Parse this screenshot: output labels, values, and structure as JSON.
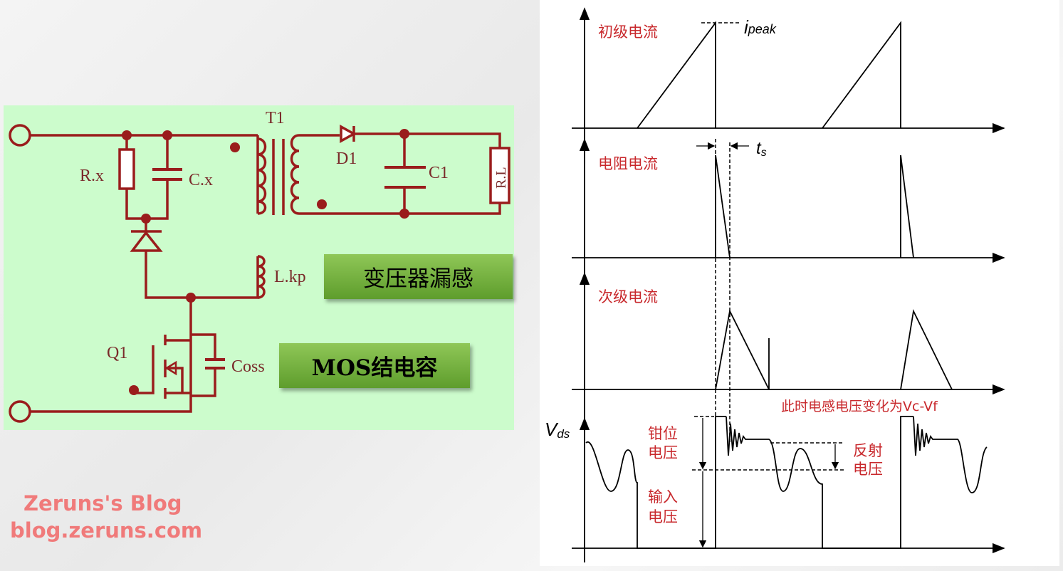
{
  "circuit": {
    "labels": {
      "t1": "T1",
      "d1": "D1",
      "c1": "C1",
      "rl": "R.L",
      "rx": "R.x",
      "cx": "C.x",
      "lkp": "L.kp",
      "q1": "Q1",
      "coss": "Coss"
    },
    "callouts": {
      "leakage": "变压器漏感",
      "mos_cap": "MOS结电容"
    }
  },
  "watermark": {
    "line1": "Zeruns's Blog",
    "line2": "blog.zeruns.com"
  },
  "waveforms": {
    "primary_current": "初级电流",
    "ipeak_main": "i",
    "ipeak_sub": "peak",
    "resistor_current": "电阻电流",
    "ts_main": "t",
    "ts_sub": "s",
    "secondary_current": "次级电流",
    "note": "此时电感电压变化为Vc-Vf",
    "vds_main": "V",
    "vds_sub": "ds",
    "clamp_voltage": [
      "钳位",
      "电压"
    ],
    "input_voltage": [
      "输入",
      "电压"
    ],
    "reflected_voltage": [
      "反射",
      "电压"
    ]
  },
  "colors": {
    "wire": "#9a1c1c",
    "label_red": "#c8282c",
    "panel_green": "#ccfccc"
  }
}
